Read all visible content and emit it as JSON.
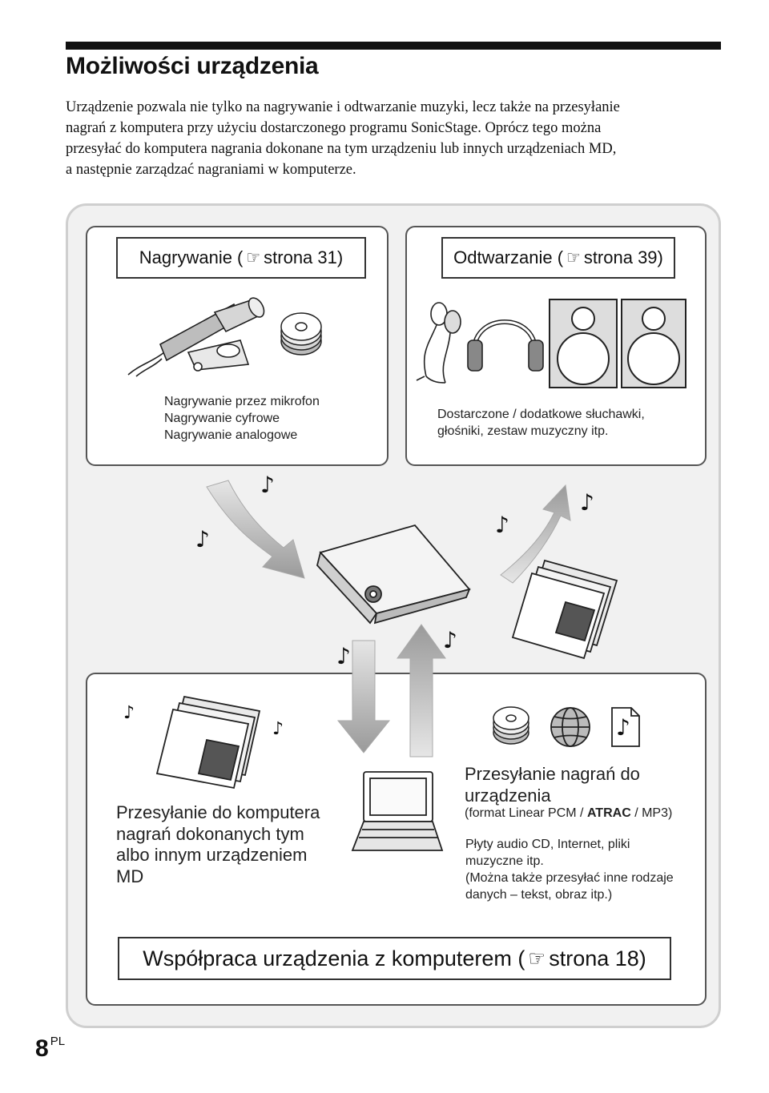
{
  "page": {
    "title": "Możliwości urządzenia",
    "intro_lines": [
      "Urządzenie pozwala nie tylko na nagrywanie i odtwarzanie muzyki, lecz także na przesyłanie",
      "nagrań z komputera przy użyciu dostarczonego programu SonicStage. Oprócz tego można",
      "przesyłać do komputera nagrania dokonane na tym urządzeniu lub innych urządzeniach MD,",
      "a następnie zarządzać nagraniami w komputerze."
    ],
    "page_number": "8",
    "page_number_suffix": "PL"
  },
  "recording": {
    "label_prefix": "Nagrywanie (",
    "label_ref": "strona 31)",
    "lines": [
      "Nagrywanie przez mikrofon",
      "Nagrywanie cyfrowe",
      "Nagrywanie analogowe"
    ]
  },
  "playback": {
    "label_prefix": "Odtwarzanie (",
    "label_ref": "strona 39)",
    "lines": [
      "Dostarczone / dodatkowe słuchawki,",
      "głośniki, zestaw muzyczny itp."
    ]
  },
  "to_pc": {
    "lines": [
      "Przesyłanie do komputera",
      "nagrań dokonanych tym",
      "albo innym urządzeniem",
      "MD"
    ]
  },
  "to_device": {
    "title_lines": [
      "Przesyłanie nagrań do",
      "urządzenia"
    ],
    "format_prefix": "(format Linear PCM / ",
    "format_brand": "ATRAC",
    "format_suffix": " / MP3)",
    "source_lines": [
      "Płyty audio CD, Internet, pliki",
      "muzyczne itp."
    ],
    "note_lines": [
      "(Można także przesyłać inne rodzaje",
      "danych – tekst, obraz itp.)"
    ]
  },
  "footer_box": {
    "label_prefix": "Współpraca urządzenia z komputerem (",
    "label_ref": "strona 18)"
  },
  "icons": {
    "ref_hand": "☞",
    "note": "♪",
    "reference": "pointing-hand-icon"
  }
}
